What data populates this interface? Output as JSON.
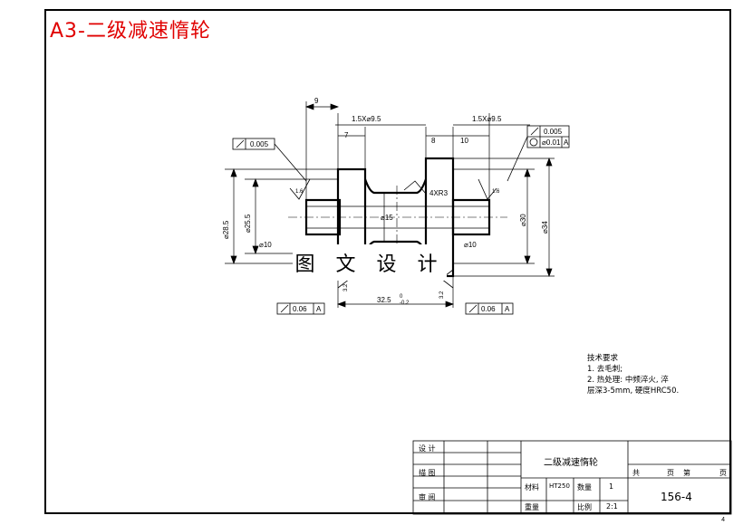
{
  "sheet": {
    "title": "A3-二级减速惰轮",
    "corner_number": "4"
  },
  "dimensions": {
    "d_9": "9",
    "d_1_5x9_5_left": "1.5X⌀9.5",
    "d_7": "7",
    "d_8": "8",
    "d_10": "10",
    "d_1_5x9_5_right": "1.5X⌀9.5",
    "d_4xr3": "4XR3",
    "d_28_5": "⌀28.5",
    "d_25_5": "⌀25.5",
    "d_15": "⌀15",
    "d_30": "⌀30",
    "d_34": "⌀34",
    "d_10_left": "⌀10",
    "d_10_right": "⌀10",
    "d_32_5": "32.5",
    "tol_zero": "0",
    "tol_neg": "-0.2",
    "rough_16a": "1.6",
    "rough_16b": "1.6",
    "rough_32a": "3.2",
    "rough_32b": "3.2"
  },
  "tolerances": {
    "runout_left": "0.005",
    "runout_right": "0.005",
    "circularity": "⌀0.01",
    "datum_a": "A",
    "runout_bottom_left": "0.06",
    "runout_bottom_right": "0.06"
  },
  "watermark": "图 文 设 计",
  "tech_notes": {
    "heading": "技术要求",
    "line1": "1. 去毛刺;",
    "line2": "2. 热处理: 中频淬火, 淬",
    "line3": "层深3-5mm, 硬度HRC50."
  },
  "title_block": {
    "designer": "设 计",
    "checker": "描 图",
    "reviewer": "审 阅",
    "part_name": "二级减速惰轮",
    "material_label": "材料",
    "material_value": "HT250",
    "quantity_label": "数量",
    "quantity_value": "1",
    "weight_label": "重量",
    "scale_label": "比例",
    "scale_value": "2:1",
    "total_label": "共",
    "page_label": "页",
    "sheet_label": "第",
    "sheet_page_label": "页",
    "drawing_number": "156-4"
  }
}
